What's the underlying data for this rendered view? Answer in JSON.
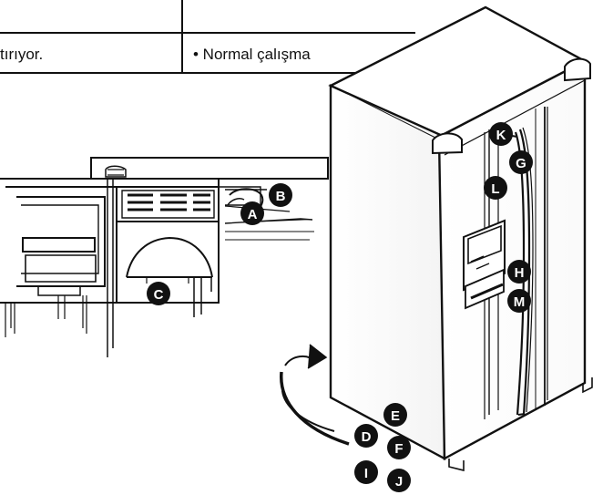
{
  "table": {
    "left_text": "tırıyor.",
    "right_text": "• Normal çalışma"
  },
  "markers": [
    {
      "id": "a",
      "label": "A"
    },
    {
      "id": "b",
      "label": "B"
    },
    {
      "id": "c",
      "label": "C"
    },
    {
      "id": "d",
      "label": "D"
    },
    {
      "id": "e",
      "label": "E"
    },
    {
      "id": "f",
      "label": "F"
    },
    {
      "id": "g",
      "label": "G"
    },
    {
      "id": "h",
      "label": "H"
    },
    {
      "id": "i",
      "label": "I"
    },
    {
      "id": "j",
      "label": "J"
    },
    {
      "id": "k",
      "label": "K"
    },
    {
      "id": "l",
      "label": "L"
    },
    {
      "id": "m",
      "label": "M"
    }
  ]
}
